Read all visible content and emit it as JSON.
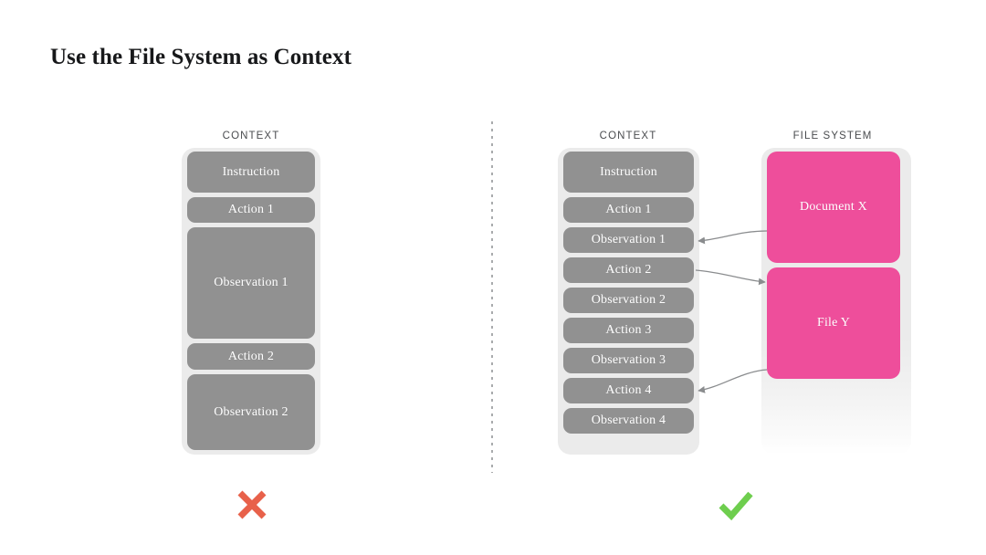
{
  "slide": {
    "title": "Use the File System as Context"
  },
  "left_example": {
    "column_label": "CONTEXT",
    "verdict_icon": "cross-mark",
    "verdict_color": "#e8614a",
    "blocks": [
      {
        "label": "Instruction",
        "size": "large"
      },
      {
        "label": "Action 1",
        "size": "small"
      },
      {
        "label": "Observation 1",
        "size": "xlarge"
      },
      {
        "label": "Action 2",
        "size": "small"
      },
      {
        "label": "Observation 2",
        "size": "large"
      }
    ]
  },
  "right_example": {
    "context_label": "CONTEXT",
    "filesystem_label": "FILE SYSTEM",
    "verdict_icon": "check-mark",
    "verdict_color": "#6ece4e",
    "context_blocks": [
      {
        "label": "Instruction",
        "size": "large"
      },
      {
        "label": "Action 1",
        "size": "small"
      },
      {
        "label": "Observation 1",
        "size": "small"
      },
      {
        "label": "Action 2",
        "size": "small"
      },
      {
        "label": "Observation 2",
        "size": "small"
      },
      {
        "label": "Action 3",
        "size": "small"
      },
      {
        "label": "Observation 3",
        "size": "small"
      },
      {
        "label": "Action 4",
        "size": "small"
      },
      {
        "label": "Observation 4",
        "size": "small"
      }
    ],
    "file_blocks": [
      {
        "label": "Document X"
      },
      {
        "label": "File Y"
      }
    ],
    "connections": [
      {
        "from": "Document X",
        "to": "Observation 1",
        "direction": "to-context"
      },
      {
        "from": "Action 2",
        "to": "File Y",
        "direction": "to-file"
      },
      {
        "from": "File Y",
        "to": "Action 4",
        "direction": "to-context"
      }
    ]
  },
  "colors": {
    "context_block": "#919191",
    "file_block": "#ee4e9b",
    "panel": "#ebebeb",
    "connector": "#8a8c8e"
  }
}
